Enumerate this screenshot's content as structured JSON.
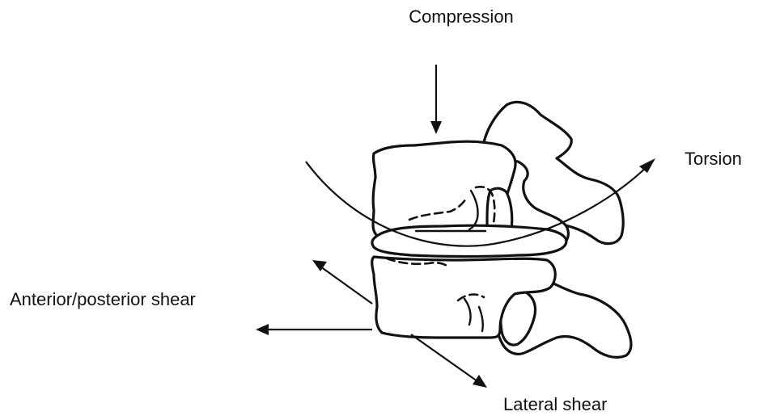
{
  "labels": {
    "compression": "Compression",
    "torsion": "Torsion",
    "anterior_posterior_shear": "Anterior/posterior shear",
    "lateral_shear": "Lateral shear"
  },
  "colors": {
    "ink": "#111111",
    "background": "#ffffff"
  }
}
